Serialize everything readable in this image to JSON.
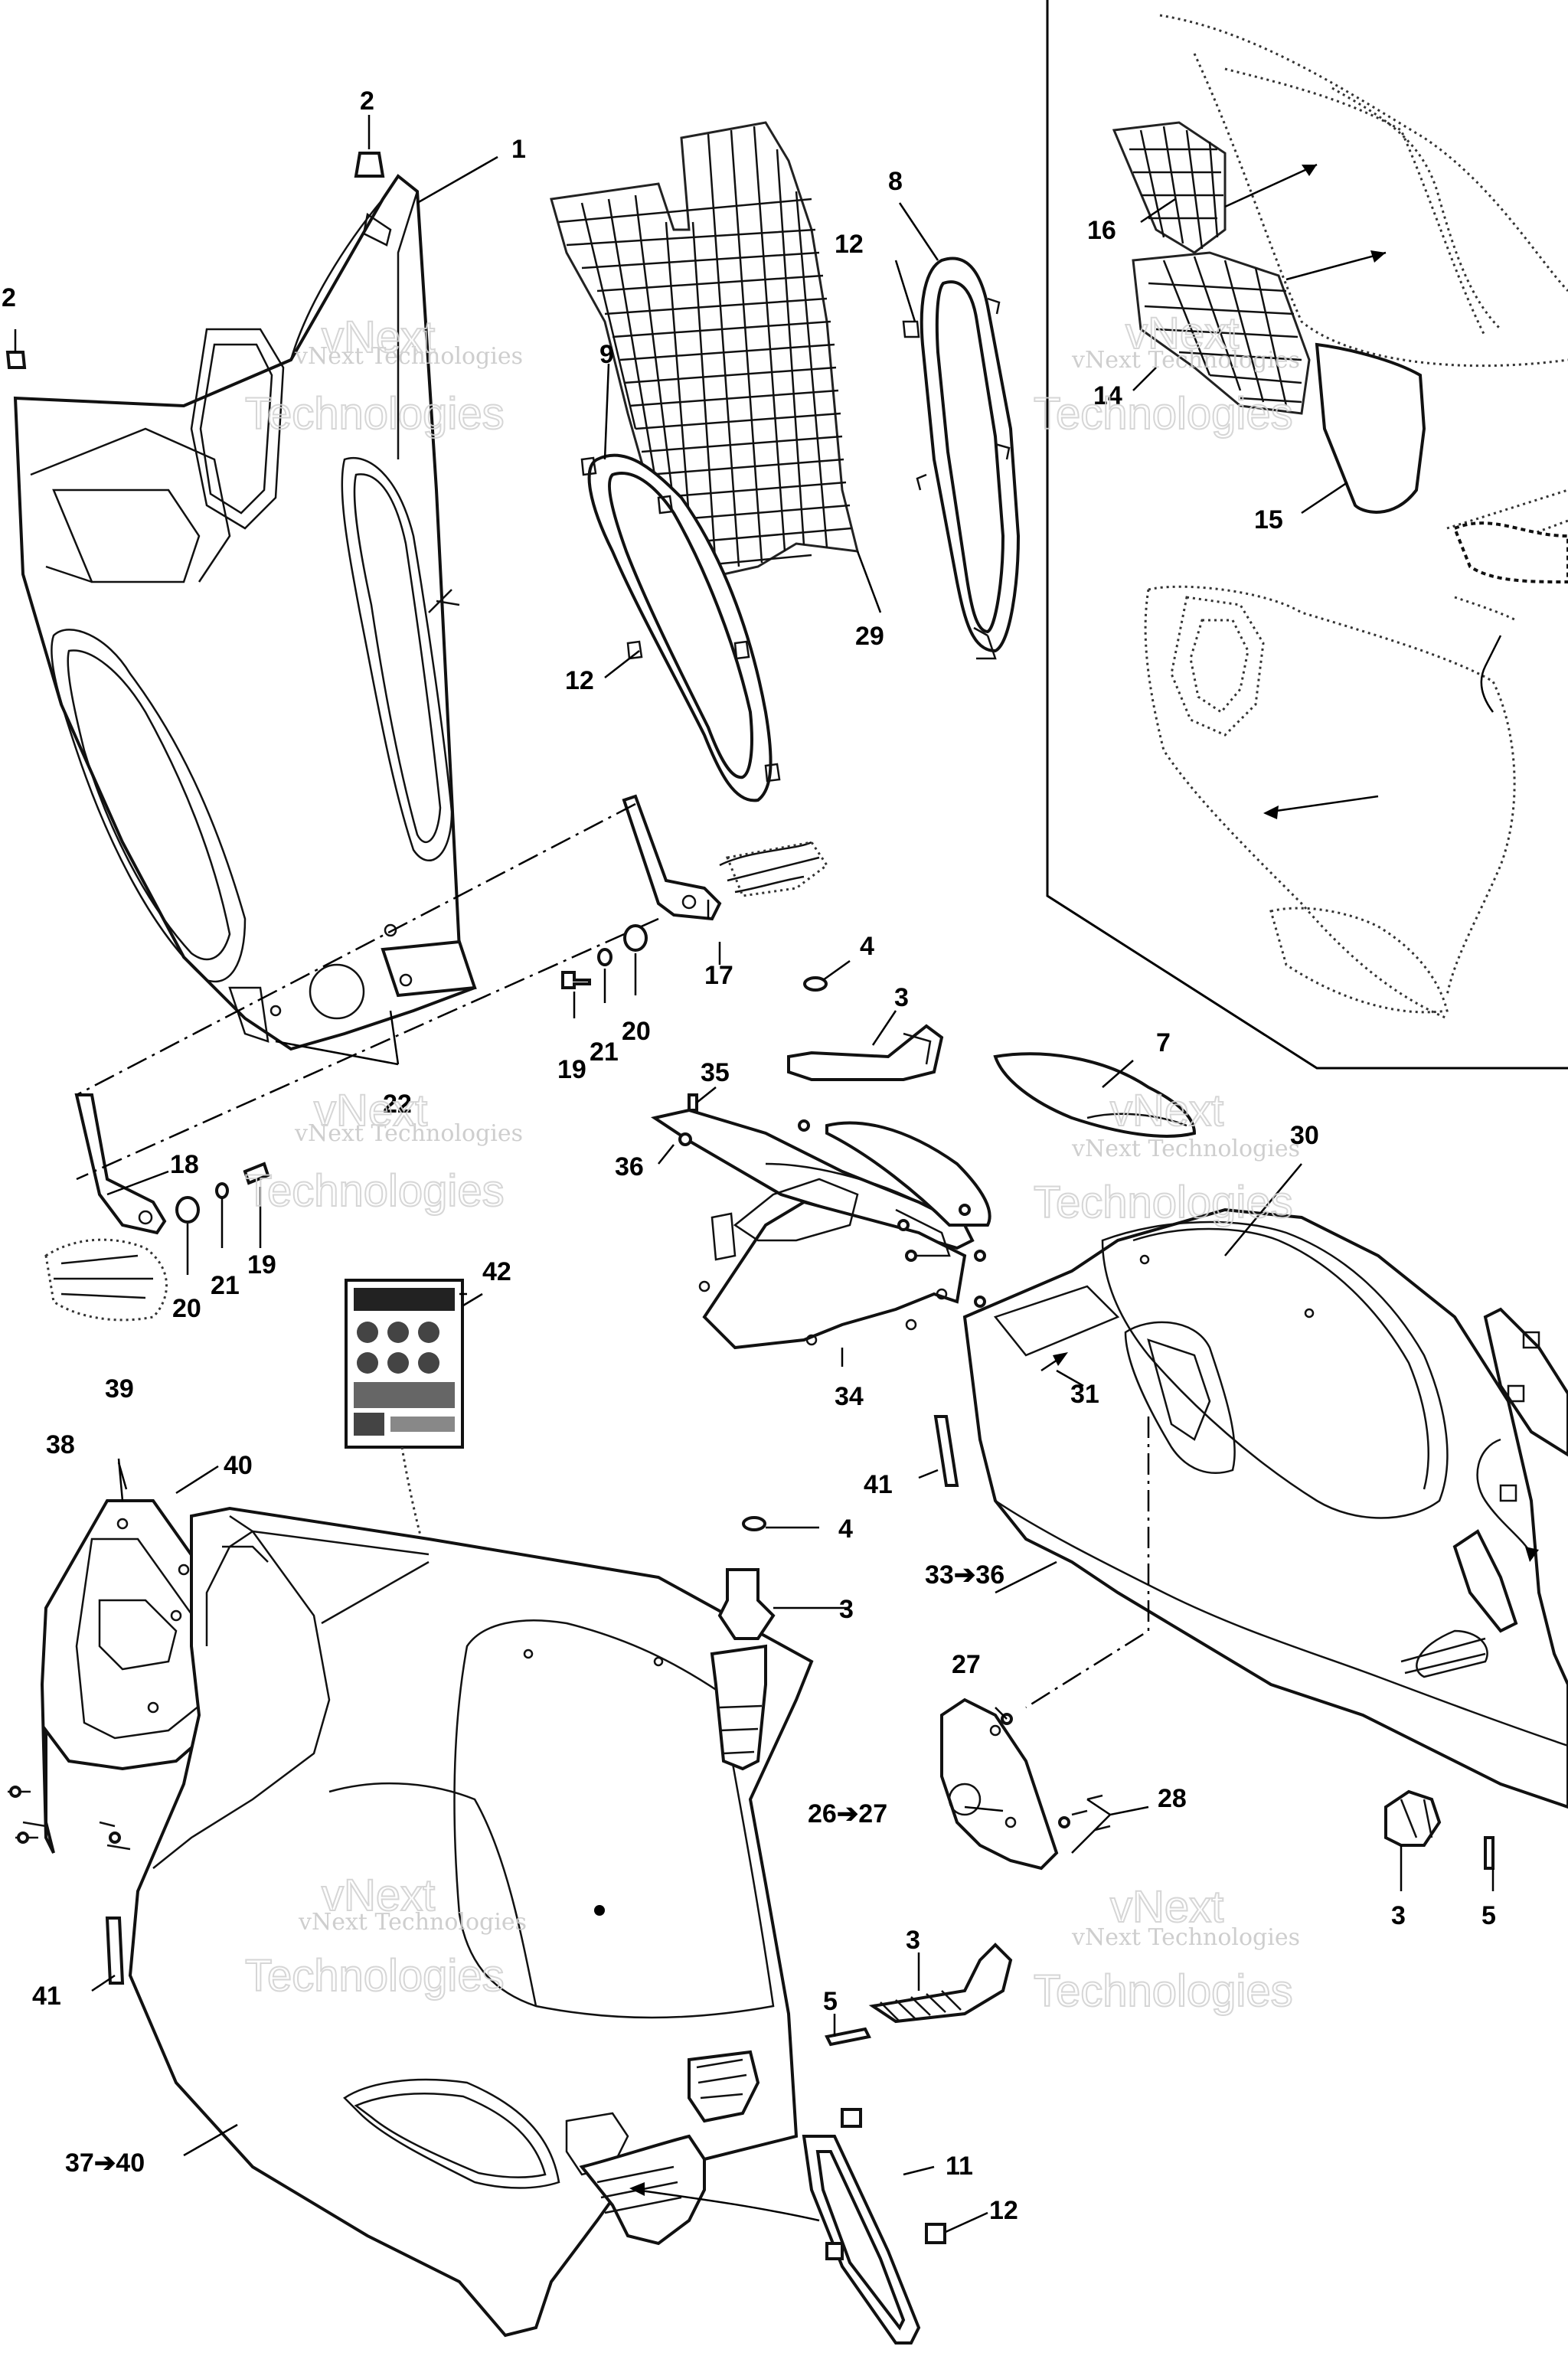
{
  "watermark": {
    "line1": "vNext Technologies",
    "line2": "vNext",
    "line3": "Technologies"
  },
  "callouts": {
    "c1": "1",
    "c2a": "2",
    "c2b": "2",
    "c3a": "3",
    "c3b": "3",
    "c3c": "3",
    "c3d": "3",
    "c4a": "4",
    "c4b": "4",
    "c5a": "5",
    "c5b": "5",
    "c7": "7",
    "c8": "8",
    "c9": "9",
    "c11": "11",
    "c12a": "12",
    "c12b": "12",
    "c12c": "12",
    "c14": "14",
    "c15": "15",
    "c16": "16",
    "c17": "17",
    "c18": "18",
    "c19a": "19",
    "c19b": "19",
    "c20a": "20",
    "c20b": "20",
    "c21a": "21",
    "c21b": "21",
    "c22": "22",
    "c26_27": "26➔27",
    "c27": "27",
    "c28": "28",
    "c29": "29",
    "c30": "30",
    "c31": "31",
    "c33_36": "33➔36",
    "c34": "34",
    "c35": "35",
    "c36": "36",
    "c37_40": "37➔40",
    "c38": "38",
    "c39": "39",
    "c40": "40",
    "c41a": "41",
    "c41b": "41",
    "c42": "42"
  }
}
